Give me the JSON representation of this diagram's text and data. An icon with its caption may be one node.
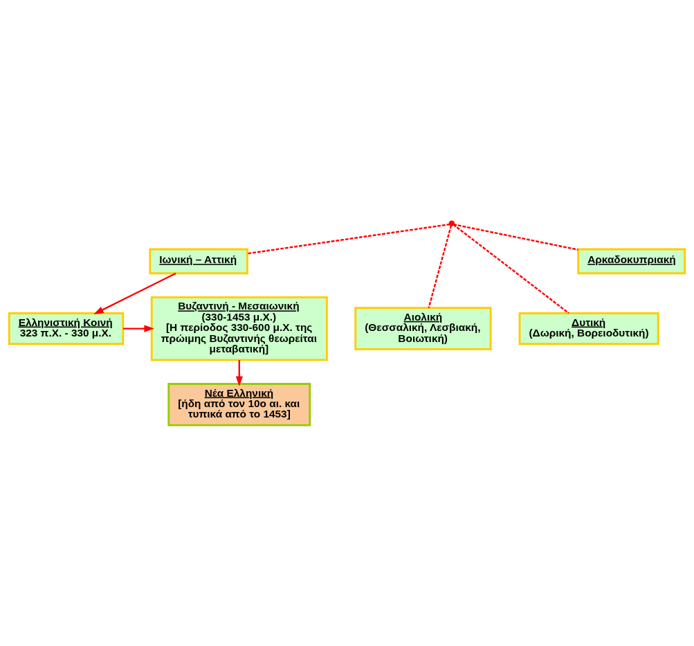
{
  "diagram": {
    "nodes": [
      {
        "text": [],
        "shape": "point"
      },
      {
        "text": [
          "Ιωνική – Αττική"
        ]
      },
      {
        "text": [
          "Αρκαδοκυπριακή"
        ]
      },
      {
        "text": [
          "Αιολική",
          "(Θεσσαλική, Λεσβιακή, Βοιωτική)"
        ]
      },
      {
        "text": [
          "Δυτική",
          "(Δωρική, Βορειοδυτική)"
        ]
      },
      {
        "text": [
          "Ελληνιστική Κοινή",
          "323 π.Χ. - 330 μ.Χ."
        ]
      },
      {
        "text": [
          "Βυζαντινή - Μεσαιωνική",
          "(330-1453 μ.Χ.)",
          "[Η περίοδος 330-600 μ.Χ. της πρώιμης Βυζαντινής θεωρείται μεταβατική]"
        ]
      },
      {
        "text": [
          "Νέα Ελληνική",
          "[ήδη από τον 10ο αι. και τυπικά από το 1453]"
        ]
      }
    ],
    "edges": [
      {
        "from": 0,
        "to": 1,
        "arrow": "none",
        "style": "dashed"
      },
      {
        "from": 0,
        "to": 3,
        "arrow": "none",
        "style": "dashed"
      },
      {
        "from": 0,
        "to": 4,
        "arrow": "none",
        "style": "dashed"
      },
      {
        "from": 0,
        "to": 2,
        "arrow": "none",
        "style": "dashed"
      },
      {
        "from": 1,
        "to": 5,
        "arrow": "to"
      },
      {
        "from": 5,
        "to": 6,
        "arrow": "to"
      },
      {
        "from": 6,
        "to": 7,
        "arrow": "to"
      }
    ]
  }
}
